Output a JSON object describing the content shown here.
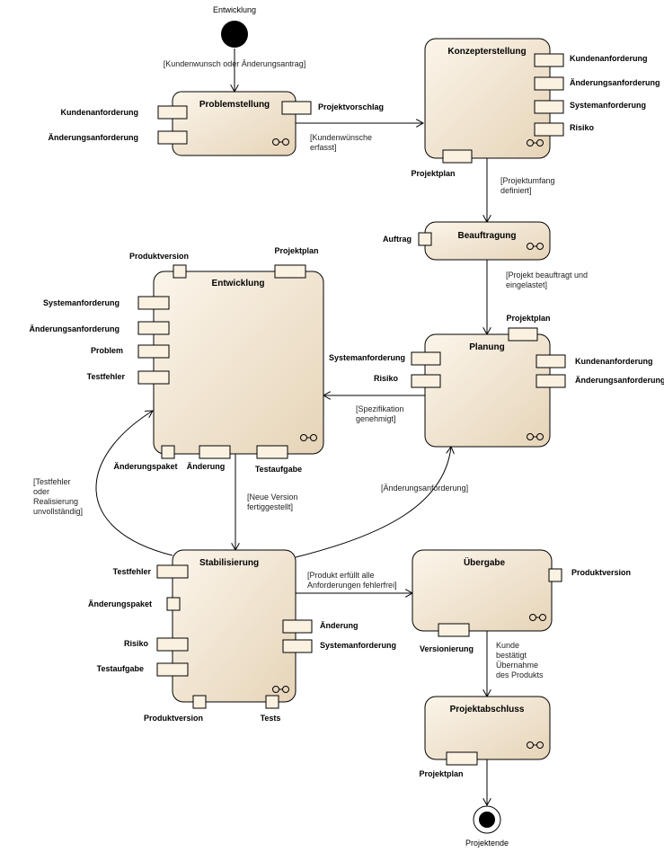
{
  "start": {
    "label": "Entwicklung"
  },
  "end": {
    "label": "Projektende"
  },
  "activities": {
    "problemstellung": {
      "title": "Problemstellung",
      "pins": {
        "kundenanforderung": "Kundenanforderung",
        "aenderungsanforderung": "Änderungsanforderung",
        "projektvorschlag": "Projektvorschlag"
      }
    },
    "konzepterstellung": {
      "title": "Konzepterstellung",
      "pins": {
        "kundenanforderung": "Kundenanforderung",
        "aenderungsanforderung": "Änderungsanforderung",
        "systemanforderung": "Systemanforderung",
        "risiko": "Risiko",
        "projektplan": "Projektplan"
      }
    },
    "beauftragung": {
      "title": "Beauftragung",
      "pins": {
        "auftrag": "Auftrag"
      }
    },
    "planung": {
      "title": "Planung",
      "pins": {
        "projektplan": "Projektplan",
        "systemanforderung": "Systemanforderung",
        "risiko": "Risiko",
        "kundenanforderung": "Kundenanforderung",
        "aenderungsanforderung": "Änderungsanforderung"
      }
    },
    "entwicklung": {
      "title": "Entwicklung",
      "pins": {
        "produktversion": "Produktversion",
        "projektplan": "Projektplan",
        "systemanforderung": "Systemanforderung",
        "aenderungsanforderung": "Änderungsanforderung",
        "problem": "Problem",
        "testfehler": "Testfehler",
        "aenderungspaket": "Änderungspaket",
        "aenderung": "Änderung",
        "testaufgabe": "Testaufgabe"
      }
    },
    "stabilisierung": {
      "title": "Stabilisierung",
      "pins": {
        "testfehler": "Testfehler",
        "aenderungspaket": "Änderungspaket",
        "risiko": "Risiko",
        "testaufgabe": "Testaufgabe",
        "aenderung": "Änderung",
        "systemanforderung": "Systemanforderung",
        "produktversion": "Produktversion",
        "tests": "Tests"
      }
    },
    "uebergabe": {
      "title": "Übergabe",
      "pins": {
        "produktversion": "Produktversion",
        "versionierung": "Versionierung"
      }
    },
    "projektabschluss": {
      "title": "Projektabschluss",
      "pins": {
        "projektplan": "Projektplan"
      }
    }
  },
  "guards": {
    "g1": [
      "[Kundenwunsch oder Änderungsantrag]"
    ],
    "g2": [
      "[Kundenwünsche",
      "erfasst]"
    ],
    "g3": [
      "[Projektumfang",
      "definiert]"
    ],
    "g4": [
      "[Projekt beauftragt und",
      "eingelastet]"
    ],
    "g5": [
      "[Spezifikation",
      "genehmigt]"
    ],
    "g6": [
      "[Neue Version",
      "fertiggestellt]"
    ],
    "g7": [
      "[Testfehler",
      "oder",
      "Realisierung",
      "unvollständig]"
    ],
    "g8": [
      "[Änderungsanforderung]"
    ],
    "g9": [
      "[Produkt erfüllt alle",
      "Anforderungen fehlerfrei]"
    ],
    "g10": [
      "Kunde",
      "bestätigt",
      "Übernahme",
      "des Produkts"
    ]
  },
  "colors": {
    "activity_light": "#fbf5ea",
    "activity_dark": "#e6d4b8",
    "pin_fill": "#faf1e1",
    "stroke": "#000000"
  }
}
